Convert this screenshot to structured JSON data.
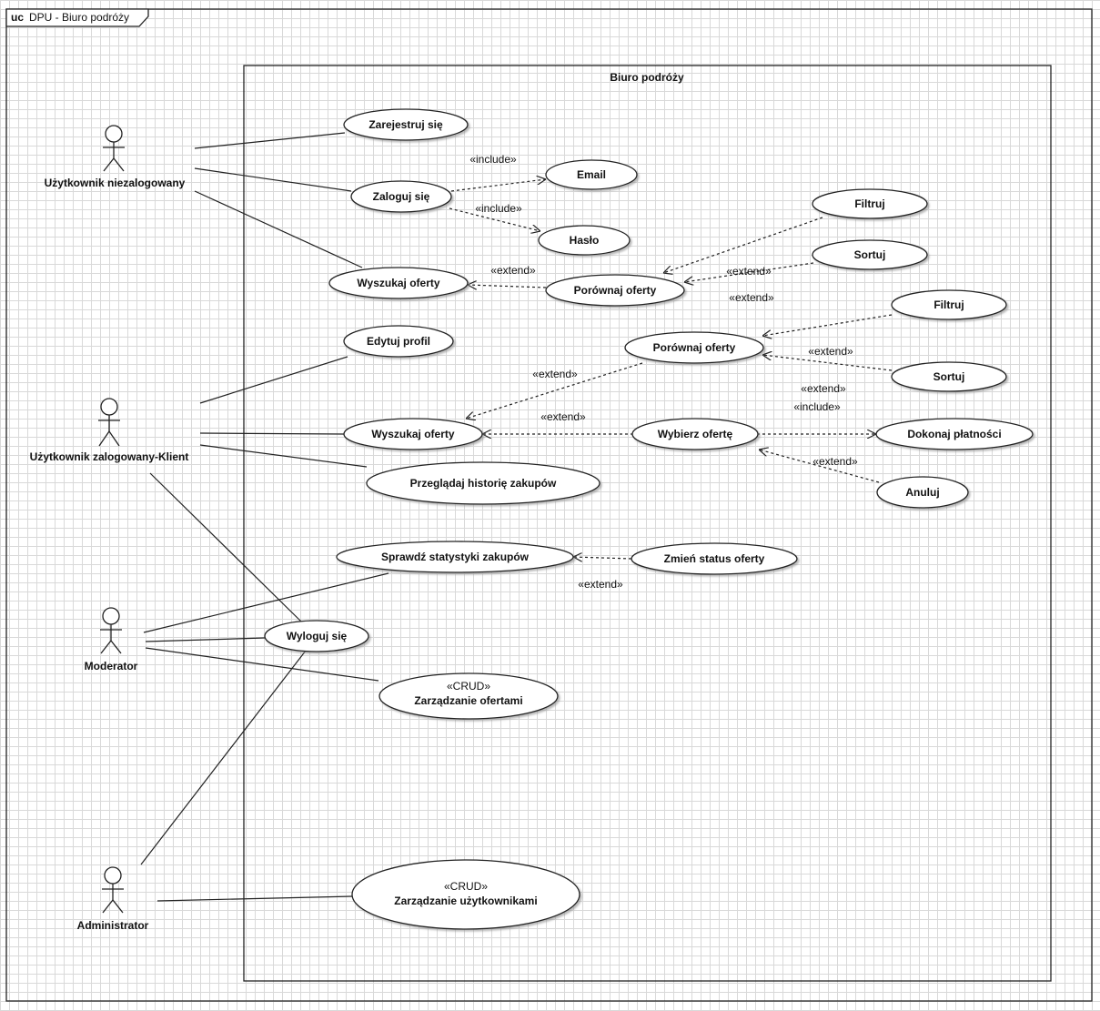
{
  "frame": {
    "keyword": "uc",
    "title": "DPU - Biuro podróży"
  },
  "system": {
    "title": "Biuro podróży"
  },
  "actors": {
    "guest": "Użytkownik niezalogowany",
    "client": "Użytkownik zalogowany-Klient",
    "moderator": "Moderator",
    "admin": "Administrator"
  },
  "use_cases": {
    "register": "Zarejestruj się",
    "login": "Zaloguj się",
    "email": "Email",
    "password": "Hasło",
    "filter_a": "Filtruj",
    "sort_a": "Sortuj",
    "search_a": "Wyszukaj oferty",
    "compare_a": "Porównaj oferty",
    "edit_profile": "Edytuj profil",
    "filter_b": "Filtruj",
    "compare_b": "Porównaj oferty",
    "sort_b": "Sortuj",
    "search_b": "Wyszukaj oferty",
    "choose_offer": "Wybierz ofertę",
    "payment": "Dokonaj płatności",
    "history": "Przeglądaj historię zakupów",
    "cancel": "Anuluj",
    "stats": "Sprawdź statystyki zakupów",
    "change_status": "Zmień status oferty",
    "logout": "Wyloguj się",
    "manage_offers": {
      "stereotype": "«CRUD»",
      "name": "Zarządzanie ofertami"
    },
    "manage_users": {
      "stereotype": "«CRUD»",
      "name": "Zarządzanie użytkownikami"
    }
  },
  "relations": {
    "login_email": "«include»",
    "login_password": "«include»",
    "compare_a_search_a": "«extend»",
    "filter_a_compare_a": "«extend»",
    "sort_a_compare_a": "«extend»",
    "filter_b_compare_b": "«extend»",
    "sort_b_compare_b": "«extend»",
    "compare_b_search_b": "«extend»",
    "choose_search_b": "«extend»",
    "choose_payment": "«include»",
    "cancel_choose": "«extend»",
    "change_status_stats": "«extend»"
  },
  "colors": {
    "line": "#222222",
    "shape_fill": "#ffffff",
    "grid": "#d9d9d9"
  }
}
